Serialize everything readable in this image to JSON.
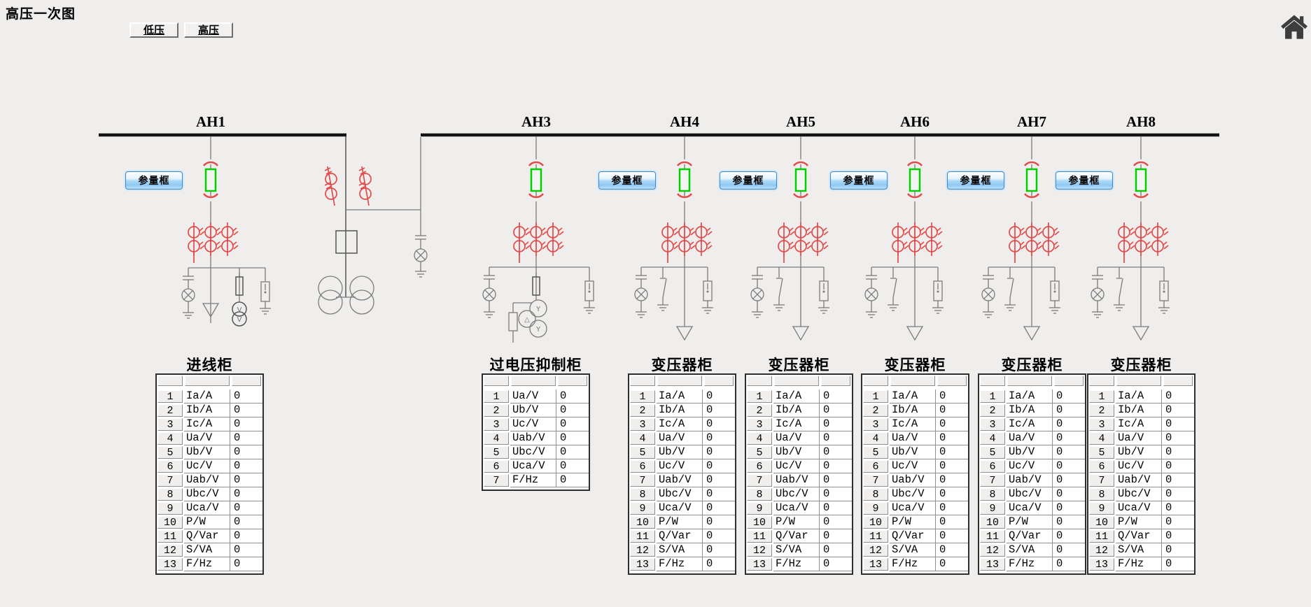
{
  "page": {
    "title": "高压一次图"
  },
  "toolbar": {
    "low_voltage_label": "低压",
    "high_voltage_label": "高压"
  },
  "icons": {
    "home": "home-icon"
  },
  "diagram": {
    "bus_labels": [
      "AH1",
      "AH3",
      "AH4",
      "AH5",
      "AH6",
      "AH7",
      "AH8"
    ],
    "param_button_label": "参量框",
    "colors": {
      "bus": "#141414",
      "line_gray": "#7b7b7b",
      "symbol_red": "#e14b4b",
      "breaker_green": "#00cf00",
      "param_button_face": "#a9d6f5"
    }
  },
  "cabinets": [
    {
      "title": "进线柜",
      "rows": [
        [
          "1",
          "Ia/A",
          "0"
        ],
        [
          "2",
          "Ib/A",
          "0"
        ],
        [
          "3",
          "Ic/A",
          "0"
        ],
        [
          "4",
          "Ua/V",
          "0"
        ],
        [
          "5",
          "Ub/V",
          "0"
        ],
        [
          "6",
          "Uc/V",
          "0"
        ],
        [
          "7",
          "Uab/V",
          "0"
        ],
        [
          "8",
          "Ubc/V",
          "0"
        ],
        [
          "9",
          "Uca/V",
          "0"
        ],
        [
          "10",
          "P/W",
          "0"
        ],
        [
          "11",
          "Q/Var",
          "0"
        ],
        [
          "12",
          "S/VA",
          "0"
        ],
        [
          "13",
          "F/Hz",
          "0"
        ]
      ]
    },
    {
      "title": "过电压抑制柜",
      "rows": [
        [
          "1",
          "Ua/V",
          "0"
        ],
        [
          "2",
          "Ub/V",
          "0"
        ],
        [
          "3",
          "Uc/V",
          "0"
        ],
        [
          "4",
          "Uab/V",
          "0"
        ],
        [
          "5",
          "Ubc/V",
          "0"
        ],
        [
          "6",
          "Uca/V",
          "0"
        ],
        [
          "7",
          "F/Hz",
          "0"
        ]
      ]
    },
    {
      "title": "变压器柜",
      "rows": [
        [
          "1",
          "Ia/A",
          "0"
        ],
        [
          "2",
          "Ib/A",
          "0"
        ],
        [
          "3",
          "Ic/A",
          "0"
        ],
        [
          "4",
          "Ua/V",
          "0"
        ],
        [
          "5",
          "Ub/V",
          "0"
        ],
        [
          "6",
          "Uc/V",
          "0"
        ],
        [
          "7",
          "Uab/V",
          "0"
        ],
        [
          "8",
          "Ubc/V",
          "0"
        ],
        [
          "9",
          "Uca/V",
          "0"
        ],
        [
          "10",
          "P/W",
          "0"
        ],
        [
          "11",
          "Q/Var",
          "0"
        ],
        [
          "12",
          "S/VA",
          "0"
        ],
        [
          "13",
          "F/Hz",
          "0"
        ]
      ]
    },
    {
      "title": "变压器柜",
      "rows": [
        [
          "1",
          "Ia/A",
          "0"
        ],
        [
          "2",
          "Ib/A",
          "0"
        ],
        [
          "3",
          "Ic/A",
          "0"
        ],
        [
          "4",
          "Ua/V",
          "0"
        ],
        [
          "5",
          "Ub/V",
          "0"
        ],
        [
          "6",
          "Uc/V",
          "0"
        ],
        [
          "7",
          "Uab/V",
          "0"
        ],
        [
          "8",
          "Ubc/V",
          "0"
        ],
        [
          "9",
          "Uca/V",
          "0"
        ],
        [
          "10",
          "P/W",
          "0"
        ],
        [
          "11",
          "Q/Var",
          "0"
        ],
        [
          "12",
          "S/VA",
          "0"
        ],
        [
          "13",
          "F/Hz",
          "0"
        ]
      ]
    },
    {
      "title": "变压器柜",
      "rows": [
        [
          "1",
          "Ia/A",
          "0"
        ],
        [
          "2",
          "Ib/A",
          "0"
        ],
        [
          "3",
          "Ic/A",
          "0"
        ],
        [
          "4",
          "Ua/V",
          "0"
        ],
        [
          "5",
          "Ub/V",
          "0"
        ],
        [
          "6",
          "Uc/V",
          "0"
        ],
        [
          "7",
          "Uab/V",
          "0"
        ],
        [
          "8",
          "Ubc/V",
          "0"
        ],
        [
          "9",
          "Uca/V",
          "0"
        ],
        [
          "10",
          "P/W",
          "0"
        ],
        [
          "11",
          "Q/Var",
          "0"
        ],
        [
          "12",
          "S/VA",
          "0"
        ],
        [
          "13",
          "F/Hz",
          "0"
        ]
      ]
    },
    {
      "title": "变压器柜",
      "rows": [
        [
          "1",
          "Ia/A",
          "0"
        ],
        [
          "2",
          "Ib/A",
          "0"
        ],
        [
          "3",
          "Ic/A",
          "0"
        ],
        [
          "4",
          "Ua/V",
          "0"
        ],
        [
          "5",
          "Ub/V",
          "0"
        ],
        [
          "6",
          "Uc/V",
          "0"
        ],
        [
          "7",
          "Uab/V",
          "0"
        ],
        [
          "8",
          "Ubc/V",
          "0"
        ],
        [
          "9",
          "Uca/V",
          "0"
        ],
        [
          "10",
          "P/W",
          "0"
        ],
        [
          "11",
          "Q/Var",
          "0"
        ],
        [
          "12",
          "S/VA",
          "0"
        ],
        [
          "13",
          "F/Hz",
          "0"
        ]
      ]
    },
    {
      "title": "变压器柜",
      "rows": [
        [
          "1",
          "Ia/A",
          "0"
        ],
        [
          "2",
          "Ib/A",
          "0"
        ],
        [
          "3",
          "Ic/A",
          "0"
        ],
        [
          "4",
          "Ua/V",
          "0"
        ],
        [
          "5",
          "Ub/V",
          "0"
        ],
        [
          "6",
          "Uc/V",
          "0"
        ],
        [
          "7",
          "Uab/V",
          "0"
        ],
        [
          "8",
          "Ubc/V",
          "0"
        ],
        [
          "9",
          "Uca/V",
          "0"
        ],
        [
          "10",
          "P/W",
          "0"
        ],
        [
          "11",
          "Q/Var",
          "0"
        ],
        [
          "12",
          "S/VA",
          "0"
        ],
        [
          "13",
          "F/Hz",
          "0"
        ]
      ]
    }
  ]
}
